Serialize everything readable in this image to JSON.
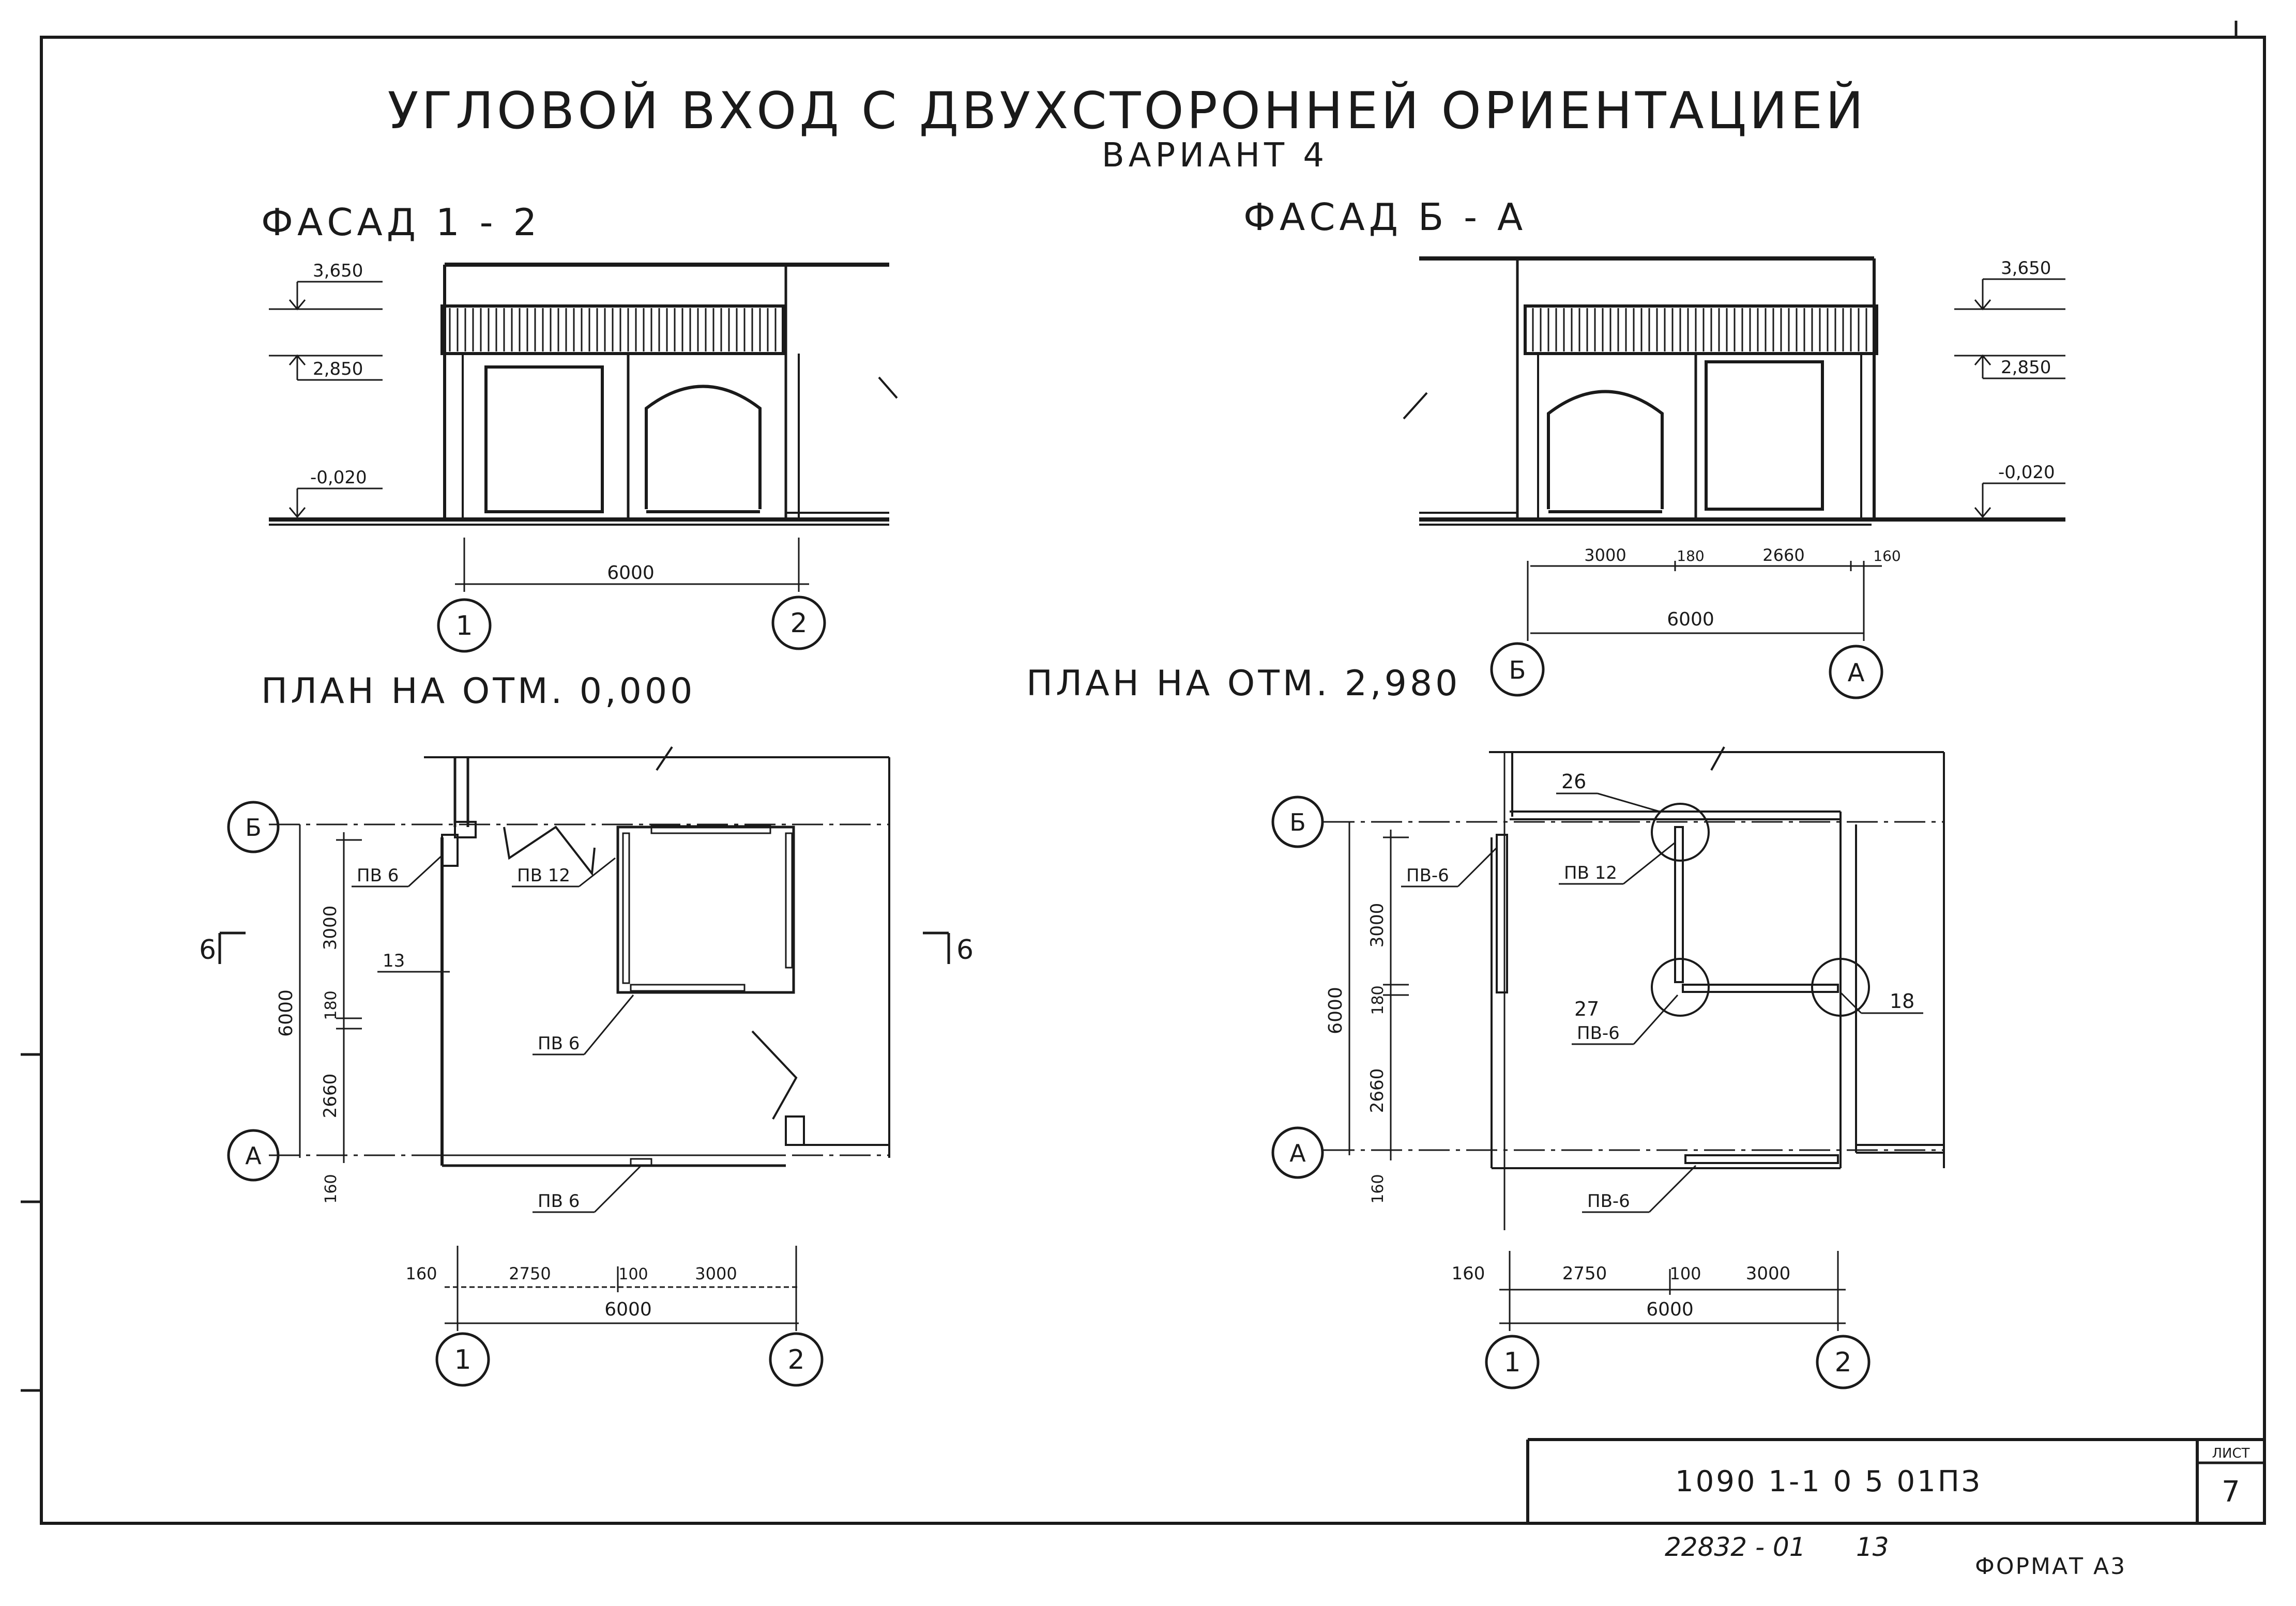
{
  "title": "УГЛОВОЙ ВХОД С ДВУХСТОРОННЕЙ ОРИЕНТАЦИЕЙ",
  "subtitle": "ВАРИАНТ 4",
  "facade_left": {
    "title": "ФАСАД 1 - 2",
    "marks": [
      "3,650",
      "2,850",
      "-0,020"
    ],
    "dim_total": "6000",
    "axis_left": "1",
    "axis_right": "2"
  },
  "facade_right": {
    "title": "ФАСАД Б - А",
    "marks": [
      "3,650",
      "2,850",
      "-0,020"
    ],
    "dims": [
      "3000",
      "180",
      "2660",
      "160"
    ],
    "dim_total": "6000",
    "axis_left": "Б",
    "axis_right": "А"
  },
  "plan_left": {
    "title": "ПЛАН НА ОТМ. 0,000",
    "axis_top": "Б",
    "axis_bottom": "А",
    "axis_left": "1",
    "axis_right": "2",
    "section_mark": "6",
    "labels": [
      "ПВ 6",
      "ПВ 12",
      "13",
      "ПВ 6",
      "ПВ 6"
    ],
    "vdims": [
      "3000",
      "180",
      "2660",
      "160"
    ],
    "vdim_total": "6000",
    "hdims": [
      "160",
      "2750",
      "100",
      "3000"
    ],
    "hdim_total": "6000"
  },
  "plan_right": {
    "title": "ПЛАН НА ОТМ. 2,980",
    "axis_top": "Б",
    "axis_bottom": "А",
    "axis_left": "1",
    "axis_right": "2",
    "labels": [
      "26",
      "ПВ 12",
      "ПВ-6",
      "27",
      "ПВ-6",
      "18",
      "ПВ-6"
    ],
    "vdims": [
      "3000",
      "180",
      "2660",
      "160"
    ],
    "vdim_total": "6000",
    "hdims": [
      "160",
      "2750",
      "100",
      "3000"
    ],
    "hdim_total": "6000"
  },
  "stamp": {
    "code": "1090 1-1 0 5 01ПЗ",
    "sheet_label": "ЛИСТ",
    "sheet_number": "7"
  },
  "footer": {
    "inventory": "22832 - 01",
    "page": "13",
    "format": "ФОРМАТ А3"
  }
}
